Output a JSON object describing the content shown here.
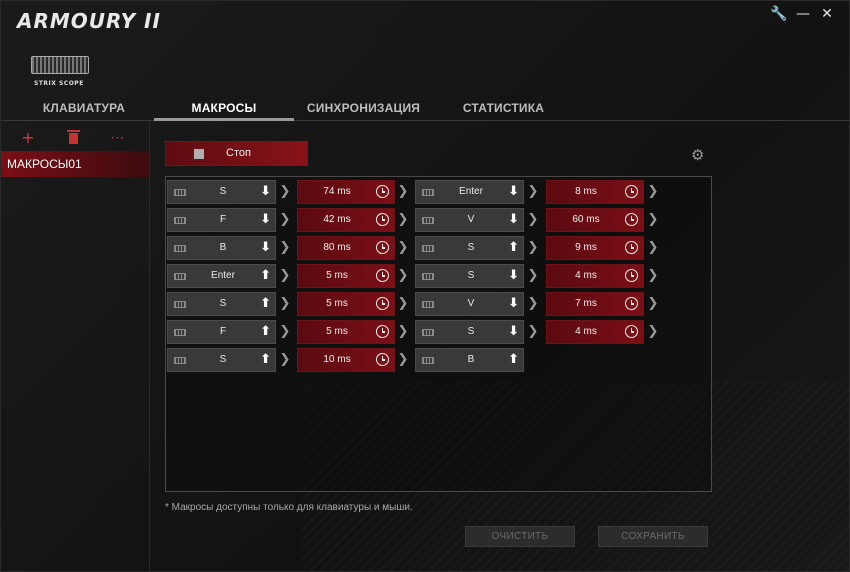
{
  "app": {
    "title": "ARMOURY II",
    "device_name": "STRIX SCOPE"
  },
  "window_controls": {
    "tools": "🔧",
    "minimize": "—",
    "close": "✕"
  },
  "tabs": [
    {
      "label": "КЛАВИАТУРА",
      "active": false
    },
    {
      "label": "МАКРОСЫ",
      "active": true
    },
    {
      "label": "СИНХРОНИЗАЦИЯ",
      "active": false
    },
    {
      "label": "СТАТИСТИКА",
      "active": false
    }
  ],
  "left": {
    "add": "+",
    "more": "···",
    "macros": [
      "МАКРОСЫ01"
    ]
  },
  "stop_button": {
    "label": "Стоп"
  },
  "gear": "⚙",
  "macro_events": {
    "left": [
      {
        "key": "S",
        "dir": "down",
        "delay": "74 ms"
      },
      {
        "key": "F",
        "dir": "down",
        "delay": "42 ms"
      },
      {
        "key": "B",
        "dir": "down",
        "delay": "80 ms"
      },
      {
        "key": "Enter",
        "dir": "up",
        "delay": "5 ms"
      },
      {
        "key": "S",
        "dir": "up",
        "delay": "5 ms"
      },
      {
        "key": "F",
        "dir": "up",
        "delay": "5 ms"
      },
      {
        "key": "S",
        "dir": "up",
        "delay": "10 ms"
      }
    ],
    "right": [
      {
        "key": "Enter",
        "dir": "down",
        "delay": "8 ms"
      },
      {
        "key": "V",
        "dir": "down",
        "delay": "60 ms"
      },
      {
        "key": "S",
        "dir": "up",
        "delay": "9 ms"
      },
      {
        "key": "S",
        "dir": "down",
        "delay": "4 ms"
      },
      {
        "key": "V",
        "dir": "down",
        "delay": "7 ms"
      },
      {
        "key": "S",
        "dir": "down",
        "delay": "4 ms"
      },
      {
        "key": "B",
        "dir": "up",
        "delay": null
      }
    ]
  },
  "note": "* Макросы доступны только для клавиатуры и мыши.",
  "footer": {
    "clear": "ОЧИСТИТЬ",
    "save": "СОХРАНИТЬ"
  },
  "colors": {
    "accent": "#7c0f16",
    "key_bg": "#393939"
  }
}
